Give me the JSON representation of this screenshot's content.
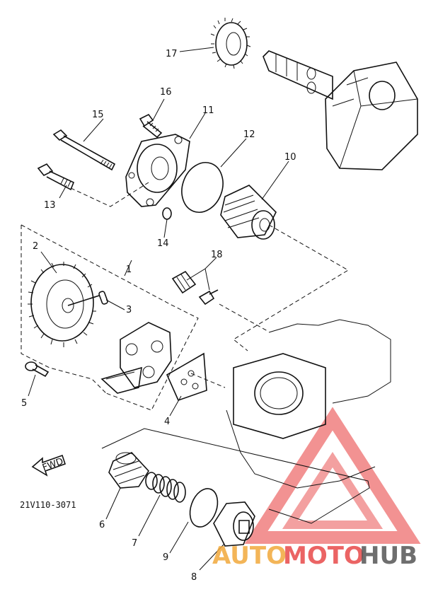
{
  "diagram": {
    "callouts": [
      "1",
      "2",
      "3",
      "4",
      "5",
      "6",
      "7",
      "8",
      "9",
      "10",
      "11",
      "12",
      "13",
      "14",
      "15",
      "16",
      "17",
      "18"
    ],
    "part_code": "21V110-3071",
    "fwd_arrow_label": "FWD"
  },
  "watermark": {
    "word_part1": "AUTO",
    "word_part2": "MOTO",
    "word_part3": "HUB",
    "colors": {
      "triangle": "#e84a4a",
      "auto": "#f2a93b",
      "moto": "#e84a4a",
      "hub": "#555555"
    }
  }
}
